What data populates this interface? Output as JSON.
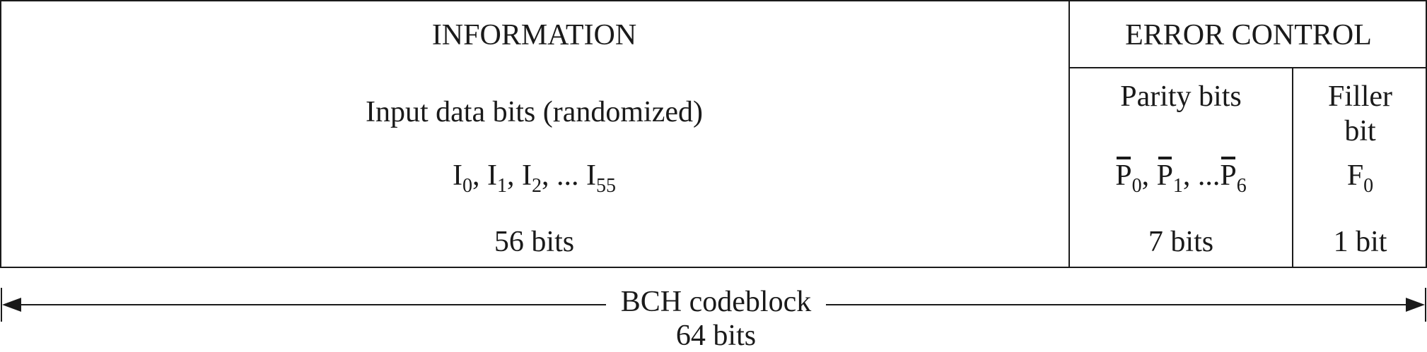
{
  "info": {
    "header": "INFORMATION",
    "description": "Input data bits (randomized)",
    "sequence": {
      "symbol": "I",
      "subs": [
        "0",
        "1",
        "2",
        "55"
      ],
      "ellipsis": "..."
    },
    "size": "56 bits"
  },
  "error_control": {
    "header": "ERROR CONTROL",
    "parity": {
      "label": "Parity bits",
      "sequence": {
        "symbol": "P",
        "subs": [
          "0",
          "1",
          "6"
        ],
        "ellipsis": "..."
      },
      "size": "7 bits"
    },
    "filler": {
      "label_line1": "Filler",
      "label_line2": "bit",
      "symbol": "F",
      "sub": "0",
      "size": "1 bit"
    }
  },
  "codeblock": {
    "label": "BCH codeblock",
    "size": "64 bits"
  }
}
